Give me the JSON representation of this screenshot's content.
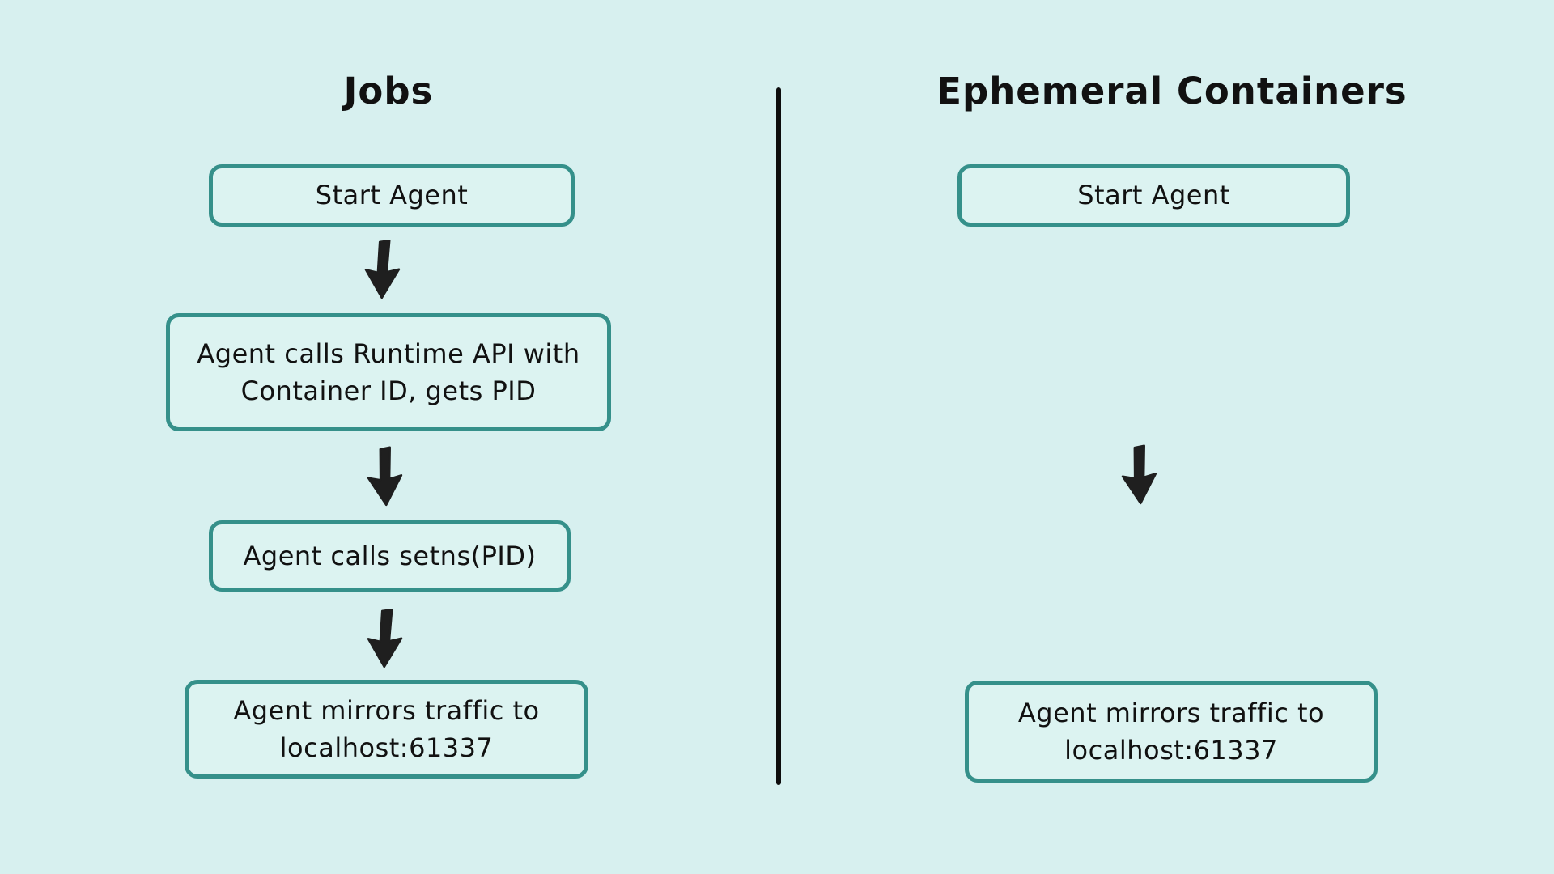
{
  "colors": {
    "background": "#d7f0ef",
    "box_fill": "#dcf3f1",
    "box_border": "#35908a",
    "text": "#111111",
    "divider": "#0d0d0d",
    "arrow": "#1f1f1f"
  },
  "left_column": {
    "title": "Jobs",
    "steps": {
      "start": "Start Agent",
      "runtime_api_line1": "Agent calls Runtime API with",
      "runtime_api_line2": "Container ID, gets PID",
      "setns": "Agent calls setns(PID)",
      "mirror_line1": "Agent mirrors traffic to",
      "mirror_line2": "localhost:61337"
    }
  },
  "right_column": {
    "title": "Ephemeral Containers",
    "steps": {
      "start": "Start Agent",
      "mirror_line1": "Agent mirrors traffic to",
      "mirror_line2": "localhost:61337"
    }
  },
  "icons": {
    "down_arrow": "down-arrow"
  }
}
